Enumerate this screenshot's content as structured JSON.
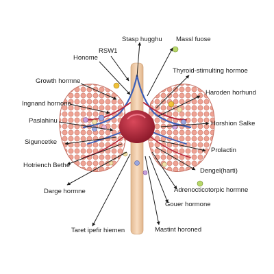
{
  "labels": {
    "stalk_top": "Stasp hugghu",
    "mass_fuose": "Massl fuose",
    "rsw1": "RSW1",
    "honome": "Honome",
    "thyroid": "Thyroid-stimulting hormoe",
    "growth": "Growth hormne",
    "haroden": "Haroden horhund",
    "ingnand": "Ingnand hornone",
    "paslahinu": "Paslahinu",
    "horshion": "Horshion Salke",
    "siguncetke": "Siguncetke",
    "prolactin": "Prolactin",
    "hotriench": "Hotriench Bethe",
    "dengel": "Dengel(harti)",
    "darge": "Darge hormne",
    "adrenocorticotropic": "Adrenocticotorpic hormne",
    "gouer": "Gouer hormone",
    "taret": "Taret ipefir hiemen",
    "mastint": "Mastint horoned"
  },
  "colors": {
    "tissue": "#e9978a",
    "tissue_dark": "#c96b5f",
    "gland": "#b8283c",
    "stalk": "#f3d2b0",
    "vein": "#3b5fb8",
    "arrow": "#1a1a1a"
  }
}
